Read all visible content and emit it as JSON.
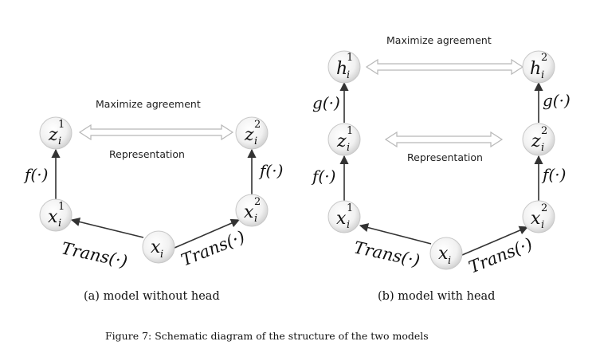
{
  "panel_a": {
    "nodes": {
      "x_root": {
        "base": "x",
        "sub": "i",
        "sup": ""
      },
      "x1": {
        "base": "x",
        "sub": "i",
        "sup": "1"
      },
      "x2": {
        "base": "x",
        "sub": "i",
        "sup": "2"
      },
      "z1": {
        "base": "z",
        "sub": "i",
        "sup": "1"
      },
      "z2": {
        "base": "z",
        "sub": "i",
        "sup": "2"
      }
    },
    "f_label": "f(·)",
    "trans_label": "Trans(·)",
    "maximize_label": "Maximize agreement",
    "representation_label": "Representation",
    "caption": "(a) model without head"
  },
  "panel_b": {
    "nodes": {
      "x_root": {
        "base": "x",
        "sub": "i",
        "sup": ""
      },
      "x1": {
        "base": "x",
        "sub": "i",
        "sup": "1"
      },
      "x2": {
        "base": "x",
        "sub": "i",
        "sup": "2"
      },
      "z1": {
        "base": "z",
        "sub": "i",
        "sup": "1"
      },
      "z2": {
        "base": "z",
        "sub": "i",
        "sup": "2"
      },
      "h1": {
        "base": "h",
        "sub": "i",
        "sup": "1"
      },
      "h2": {
        "base": "h",
        "sub": "i",
        "sup": "2"
      }
    },
    "f_label": "f(·)",
    "g_label": "g(·)",
    "trans_label": "Trans(·)",
    "maximize_label": "Maximize agreement",
    "representation_label": "Representation",
    "caption": "(b) model with head"
  },
  "figure_caption": "Figure 7: Schematic diagram of the structure of the two models",
  "colors": {
    "arrow": "#333333",
    "double_arrow_fill": "#ffffff",
    "double_arrow_stroke": "#b8b8b8",
    "node_fill_light": "#ffffff",
    "node_fill_dark": "#cfcfcf"
  }
}
